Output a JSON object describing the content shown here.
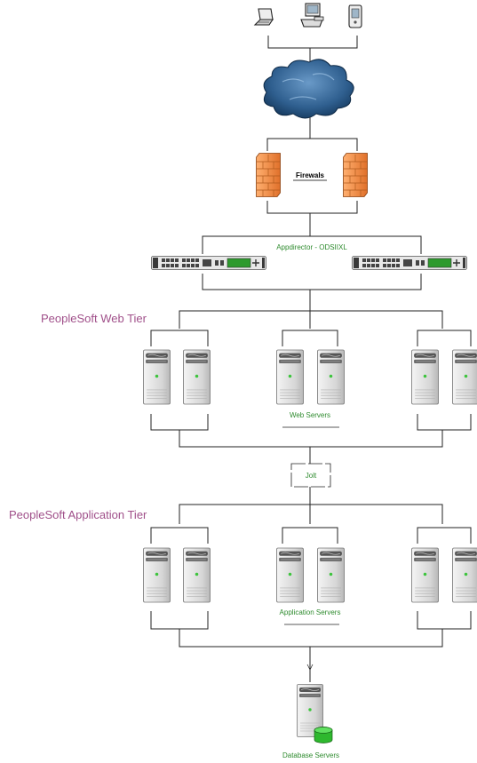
{
  "firewall_label": "Firewals",
  "loadbalancer_label": "Appdirector - ODSIIXL",
  "web_tier_title": "PeopleSoft Web Tier",
  "web_servers_label": "Web Servers",
  "jolt_label": "Jolt",
  "app_tier_title": "PeopleSoft Application Tier",
  "app_servers_label": "Application Servers",
  "db_servers_label": "Database Servers",
  "client_devices": [
    "laptop-icon",
    "desktop-computer-icon",
    "pda-icon"
  ],
  "colors": {
    "tier_title": "#a0508a",
    "green_label": "#2e8b2e",
    "firewall": "#f08a3c",
    "cloud": "#2f5f8f",
    "server_body": "#d8d8d8",
    "server_led": "#3cc43c",
    "database": "#2eb82e"
  }
}
